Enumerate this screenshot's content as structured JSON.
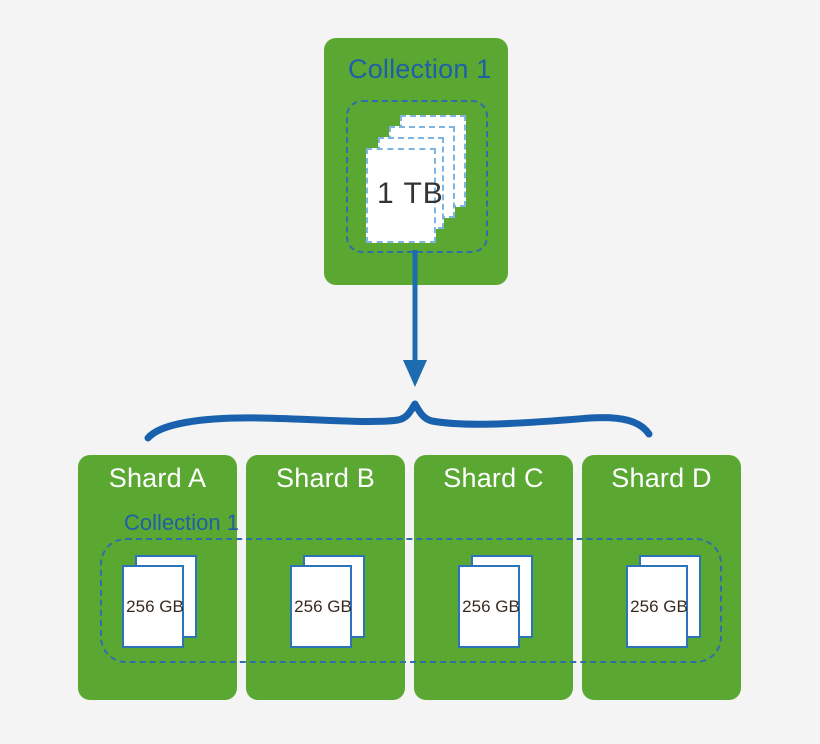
{
  "diagram": {
    "background_color": "#f4f4f4",
    "accent_green": "#5aa832",
    "accent_blue": "#1f5fa9",
    "doc_border_blue": "#2b74b8",
    "dashed_blue": "#2f6fa8"
  },
  "source": {
    "title": "Collection 1",
    "documents": [
      {
        "label": ""
      },
      {
        "label": ""
      },
      {
        "label": ""
      },
      {
        "label": "1 TB"
      }
    ],
    "total_size": "1 TB"
  },
  "connector": {
    "arrow_name": "split-arrow",
    "brace_name": "curly-brace"
  },
  "shards": {
    "collection_label": "Collection 1",
    "items": [
      {
        "title": "Shard A",
        "size": "256 GB"
      },
      {
        "title": "Shard B",
        "size": "256 GB"
      },
      {
        "title": "Shard C",
        "size": "256 GB"
      },
      {
        "title": "Shard D",
        "size": "256 GB"
      }
    ]
  }
}
